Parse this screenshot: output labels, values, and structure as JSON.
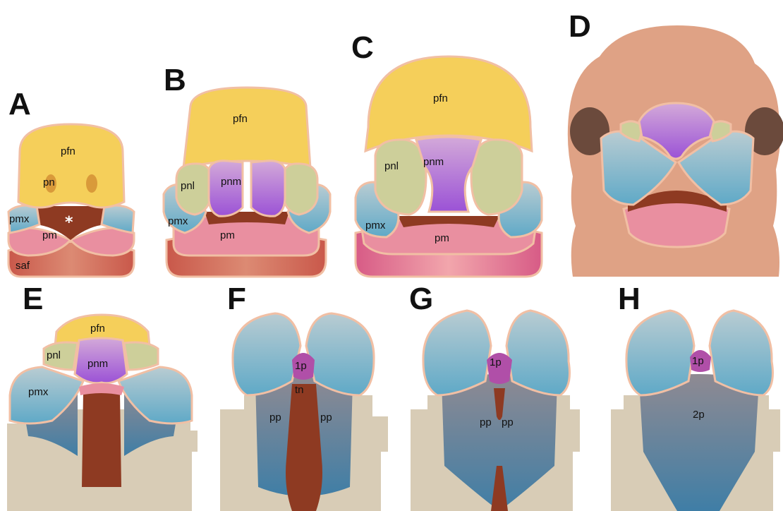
{
  "panels": {
    "A": {
      "letter": "A",
      "labels": {
        "pfn": "pfn",
        "pn": "pn",
        "pmx": "pmx",
        "pm": "pm",
        "saf": "saf",
        "asterisk": "*"
      }
    },
    "B": {
      "letter": "B",
      "labels": {
        "pfn": "pfn",
        "pnl": "pnl",
        "pnm": "pnm",
        "pmx": "pmx",
        "pm": "pm"
      }
    },
    "C": {
      "letter": "C",
      "labels": {
        "pfn": "pfn",
        "pnl": "pnl",
        "pnm": "pnm",
        "pmx": "pmx",
        "pm": "pm"
      }
    },
    "D": {
      "letter": "D"
    },
    "E": {
      "letter": "E",
      "labels": {
        "pfn": "pfn",
        "pnl": "pnl",
        "pnm": "pnm",
        "pmx": "pmx"
      }
    },
    "F": {
      "letter": "F",
      "labels": {
        "1p": "1p",
        "tn": "tn",
        "pp_left": "pp",
        "pp_right": "pp"
      }
    },
    "G": {
      "letter": "G",
      "labels": {
        "1p": "1p",
        "pp_left": "pp",
        "pp_right": "pp"
      }
    },
    "H": {
      "letter": "H",
      "labels": {
        "1p": "1p",
        "2p": "2p"
      }
    }
  },
  "colors": {
    "frontonasal": "#f5cf5a",
    "medial_nasal": "#c9a2d8",
    "lateral_nasal": "#cdcf9a",
    "maxillary": "#9fb8c2",
    "mandibular": "#e98fa0",
    "oral_cavity": "#8e3a22",
    "skin": "#dfa285",
    "outline": "#f1bfa4",
    "palate_shelf": "#a9c4cc",
    "tissue": "#d8ccb6"
  }
}
